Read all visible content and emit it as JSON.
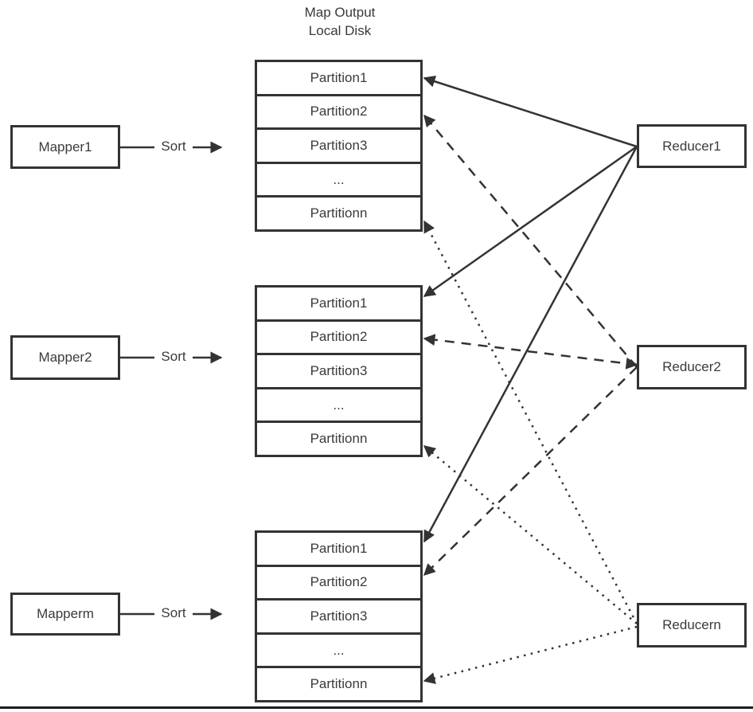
{
  "title": {
    "line1": "Map Output",
    "line2": "Local Disk"
  },
  "sort_label": "Sort",
  "mappers": [
    {
      "label": "Mapper1"
    },
    {
      "label": "Mapper2"
    },
    {
      "label": "Mapperm"
    }
  ],
  "stacks": [
    {
      "rows": [
        "Partition1",
        "Partition2",
        "Partition3",
        "...",
        "Partitionn"
      ]
    },
    {
      "rows": [
        "Partition1",
        "Partition2",
        "Partition3",
        "...",
        "Partitionn"
      ]
    },
    {
      "rows": [
        "Partition1",
        "Partition2",
        "Partition3",
        "...",
        "Partitionn"
      ]
    }
  ],
  "reducers": [
    {
      "label": "Reducer1"
    },
    {
      "label": "Reducer2"
    },
    {
      "label": "Reducern"
    }
  ],
  "connections": [
    {
      "from": "Reducer1",
      "to": "stack1.Partition1",
      "style": "solid",
      "arrowhead": "partition"
    },
    {
      "from": "Reducer1",
      "to": "stack2.Partition1",
      "style": "solid",
      "arrowhead": "partition"
    },
    {
      "from": "Reducer1",
      "to": "stack3.Partition1",
      "style": "solid",
      "arrowhead": "partition"
    },
    {
      "from": "Reducer2",
      "to": "stack1.Partition2",
      "style": "dashed",
      "arrowhead": "partition"
    },
    {
      "from": "Reducer2",
      "to": "stack2.Partition2",
      "style": "dashed",
      "arrowhead": "both"
    },
    {
      "from": "Reducer2",
      "to": "stack3.Partition2",
      "style": "dashed",
      "arrowhead": "partition"
    },
    {
      "from": "Reducern",
      "to": "stack1.Partitionn",
      "style": "dotted",
      "arrowhead": "partition"
    },
    {
      "from": "Reducern",
      "to": "stack2.Partitionn",
      "style": "dotted",
      "arrowhead": "partition"
    },
    {
      "from": "Reducern",
      "to": "stack3.Partitionn",
      "style": "dotted",
      "arrowhead": "partition"
    }
  ],
  "sort_arrows": [
    {
      "from": "Mapper1",
      "label": "Sort"
    },
    {
      "from": "Mapper2",
      "label": "Sort"
    },
    {
      "from": "Mapperm",
      "label": "Sort"
    }
  ],
  "colors": {
    "line": "#333333",
    "text": "#3b3b3b",
    "background": "#ffffff"
  }
}
